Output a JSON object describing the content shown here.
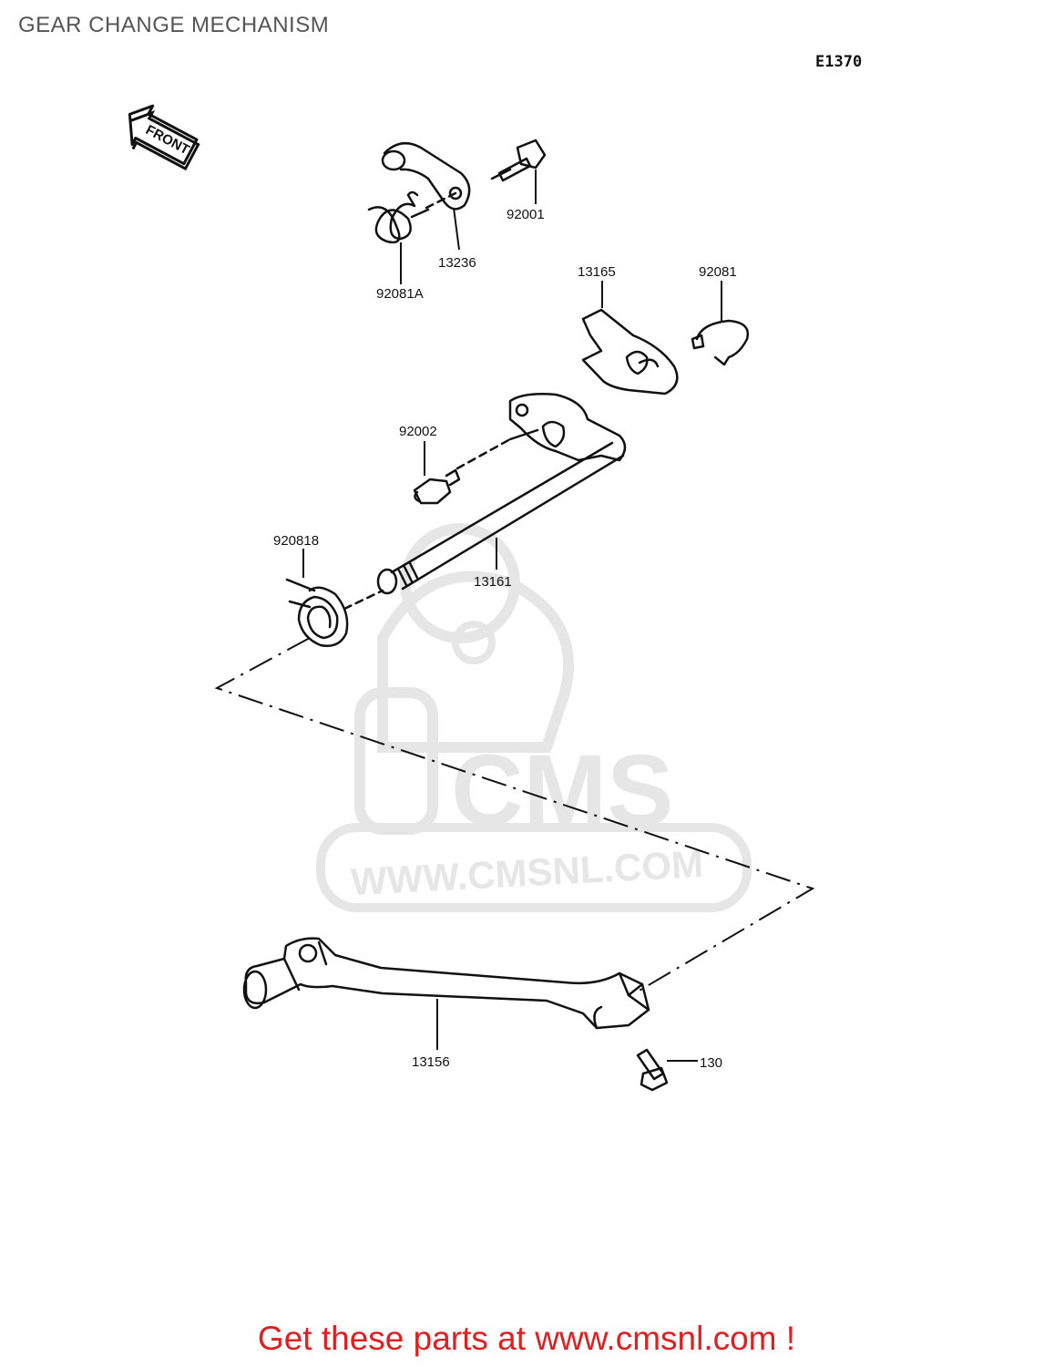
{
  "header": {
    "title": "GEAR CHANGE MECHANISM",
    "diagram_code": "E1370"
  },
  "front_arrow_label": "FRONT",
  "watermark": {
    "logo_text": "CMS",
    "url_text": "WWW.CMSNL.COM"
  },
  "parts": [
    {
      "id": "92001"
    },
    {
      "id": "13236"
    },
    {
      "id": "92081A"
    },
    {
      "id": "13165"
    },
    {
      "id": "92081"
    },
    {
      "id": "92002"
    },
    {
      "id": "920818"
    },
    {
      "id": "13161"
    },
    {
      "id": "13156"
    },
    {
      "id": "130"
    }
  ],
  "footer": {
    "promo_text": "Get these parts at www.cmsnl.com !"
  },
  "colors": {
    "line_art": "#111111",
    "watermark": "#e6e6e6",
    "promo": "#e02020"
  }
}
